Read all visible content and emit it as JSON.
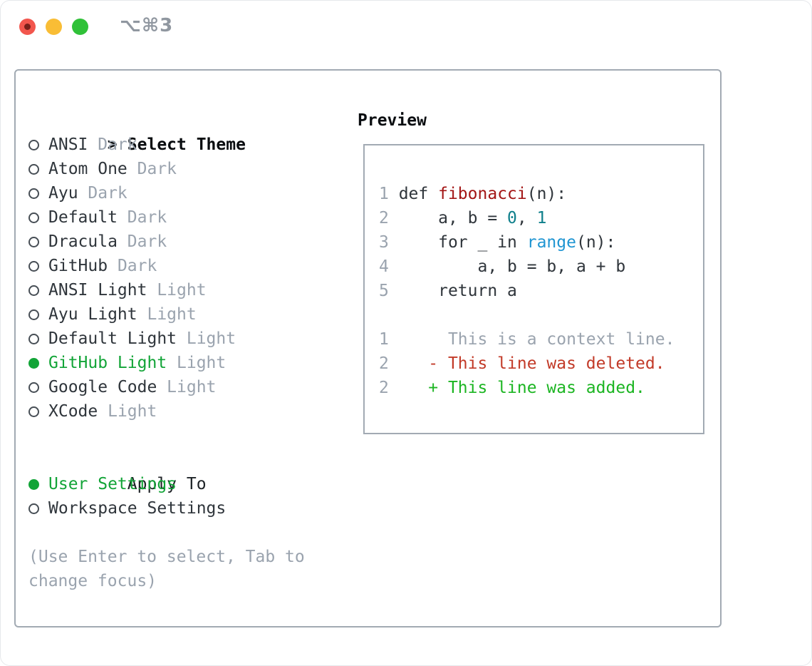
{
  "window": {
    "title": "⌥⌘3",
    "traffic_lights": [
      {
        "name": "close",
        "color": "#f2564d"
      },
      {
        "name": "minimize",
        "color": "#f9bd35"
      },
      {
        "name": "maximize",
        "color": "#30c138"
      }
    ]
  },
  "theme_selector": {
    "prompt": ">",
    "title": "Select Theme",
    "themes": [
      {
        "name": "ANSI",
        "variant": "Dark",
        "selected": false
      },
      {
        "name": "Atom One",
        "variant": "Dark",
        "selected": false
      },
      {
        "name": "Ayu",
        "variant": "Dark",
        "selected": false
      },
      {
        "name": "Default",
        "variant": "Dark",
        "selected": false
      },
      {
        "name": "Dracula",
        "variant": "Dark",
        "selected": false
      },
      {
        "name": "GitHub",
        "variant": "Dark",
        "selected": false
      },
      {
        "name": "ANSI Light",
        "variant": "Light",
        "selected": false
      },
      {
        "name": "Ayu Light",
        "variant": "Light",
        "selected": false
      },
      {
        "name": "Default Light",
        "variant": "Light",
        "selected": false
      },
      {
        "name": "GitHub Light",
        "variant": "Light",
        "selected": true
      },
      {
        "name": "Google Code",
        "variant": "Light",
        "selected": false
      },
      {
        "name": "XCode",
        "variant": "Light",
        "selected": false
      }
    ],
    "apply_to": {
      "title": "Apply To",
      "options": [
        {
          "label": "User Settings",
          "selected": true
        },
        {
          "label": "Workspace Settings",
          "selected": false
        }
      ]
    },
    "hint_lines": [
      "(Use Enter to select, Tab to",
      "change focus)"
    ]
  },
  "preview": {
    "title": "Preview",
    "lines": [
      {
        "num": "1",
        "tokens": [
          {
            "text": " def ",
            "color": "default"
          },
          {
            "text": "fibonacci",
            "color": "func"
          },
          {
            "text": "(n):",
            "color": "default"
          }
        ]
      },
      {
        "num": "2",
        "tokens": [
          {
            "text": "     a, b = ",
            "color": "default"
          },
          {
            "text": "0",
            "color": "number"
          },
          {
            "text": ", ",
            "color": "default"
          },
          {
            "text": "1",
            "color": "number"
          }
        ]
      },
      {
        "num": "3",
        "tokens": [
          {
            "text": "     for _ in ",
            "color": "default"
          },
          {
            "text": "range",
            "color": "builtin"
          },
          {
            "text": "(n):",
            "color": "default"
          }
        ]
      },
      {
        "num": "4",
        "tokens": [
          {
            "text": "         a, b = b, a + b",
            "color": "default"
          }
        ]
      },
      {
        "num": "5",
        "tokens": [
          {
            "text": "     return a",
            "color": "default"
          }
        ]
      },
      {
        "num": "",
        "tokens": []
      },
      {
        "num": "1",
        "tokens": [
          {
            "text": "      This is a context line.",
            "color": "context"
          }
        ]
      },
      {
        "num": "2",
        "tokens": [
          {
            "text": "    - This line was deleted.",
            "color": "deleted"
          }
        ]
      },
      {
        "num": "2",
        "tokens": [
          {
            "text": "    + This line was added.",
            "color": "added"
          }
        ]
      }
    ]
  },
  "colors": {
    "text_dark": "#2f353b",
    "text_black": "#0a0d10",
    "text_gray": "#9aa3ae",
    "panel_border": "#a2aab3",
    "selection_green": "#12a437",
    "diff_added_green": "#1cb522",
    "diff_deleted_red": "#c23a28",
    "syntax_function_red": "#a31515",
    "syntax_number_teal": "#0e7f8b",
    "syntax_builtin_blue": "#1f95d2"
  }
}
